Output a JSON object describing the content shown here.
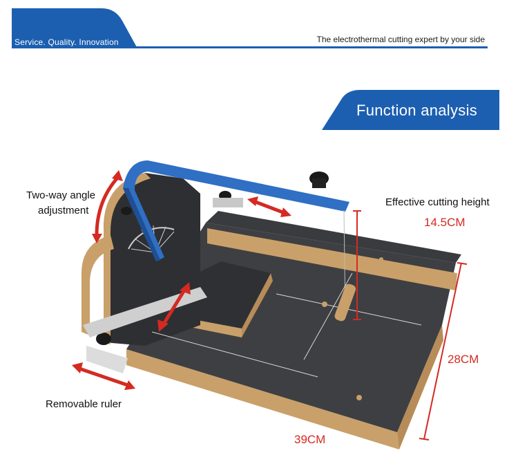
{
  "header": {
    "slogan": "Service. Quality. Innovation",
    "tagline": "The electrothermal cutting expert by your side",
    "brand_color": "#1c5fb0"
  },
  "section": {
    "title": "Function analysis"
  },
  "annotations": {
    "angle_line1": "Two-way angle",
    "angle_line2": "adjustment",
    "height_label": "Effective cutting height",
    "height_value": "14.5CM",
    "width_value": "28CM",
    "length_value": "39CM",
    "ruler_label": "Removable ruler",
    "accent_color": "#d42a22"
  },
  "icons": [
    "angle-arrow-icon",
    "fence-arrow-icon",
    "ruler-arrow-icon",
    "slide-arrow-icon"
  ]
}
